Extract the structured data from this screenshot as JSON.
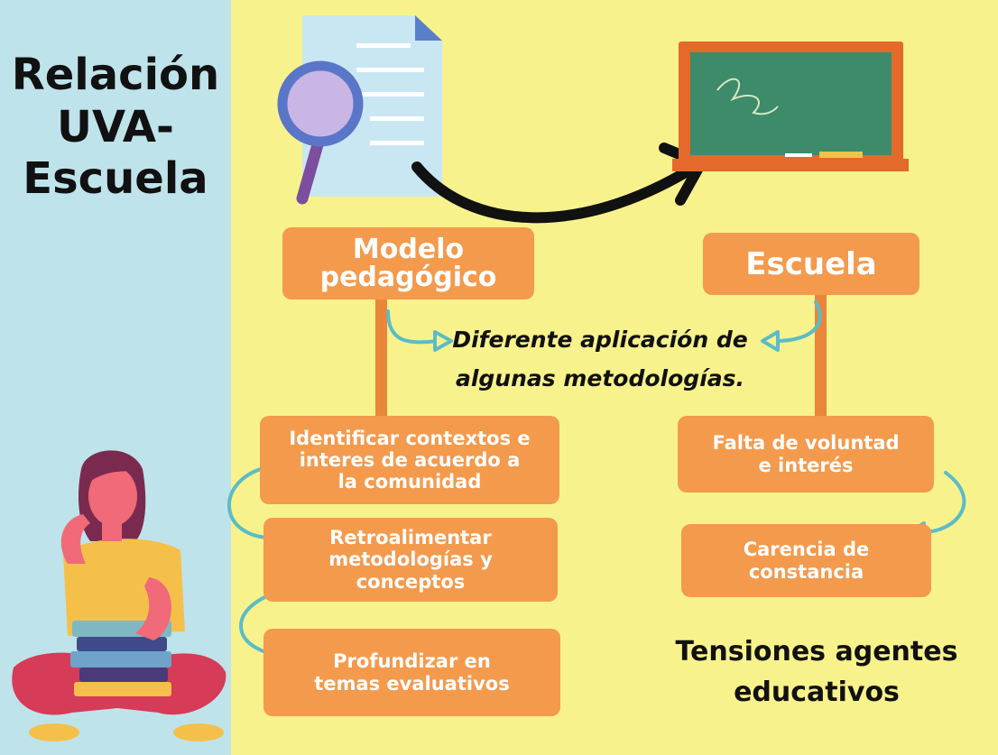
{
  "title": {
    "line1": "Relación",
    "line2": "UVA-",
    "line3": "Escuela"
  },
  "modelo": {
    "line1": "Modelo",
    "line2": "pedagógico"
  },
  "escuela": "Escuela",
  "diferente": {
    "line1": "Diferente aplicación de",
    "line2": "algunas metodologías."
  },
  "left_items": [
    {
      "line1": "Identificar contextos e",
      "line2": "interes de acuerdo a",
      "line3": "la comunidad"
    },
    {
      "line1": "Retroalimentar",
      "line2": "metodologías y",
      "line3": "conceptos"
    },
    {
      "line1": "Profundizar en",
      "line2": "temas evaluativos"
    }
  ],
  "right_items": [
    {
      "line1": "Falta de voluntad",
      "line2": "e interés"
    },
    {
      "line1": "Carencia de",
      "line2": "constancia"
    }
  ],
  "footer": {
    "line1": "Tensiones agentes",
    "line2": "educativos"
  },
  "colors": {
    "left_panel": "#bfe3ea",
    "main_panel": "#f8f28c",
    "box": "#f39a4d",
    "connector": "#e8863b",
    "arrow_teal": "#5bbcc7",
    "chalkboard": "#3d8b6a",
    "board_frame": "#e46a2b"
  },
  "icons": [
    "document-icon",
    "magnifier-icon",
    "chalkboard-icon",
    "curved-arrow-icon",
    "student-illustration"
  ]
}
